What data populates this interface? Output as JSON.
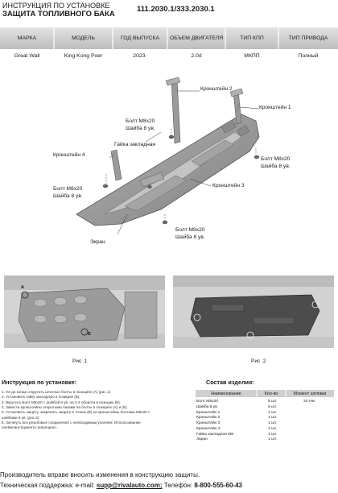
{
  "header": {
    "line1": "ИНСТРУКЦИЯ ПО УСТАНОВКЕ",
    "line2": "ЗАЩИТА ТОПЛИВНОГО БАКА",
    "code": "111.2030.1/333.2030.1"
  },
  "spec_table": {
    "columns": [
      "МАРКА",
      "МОДЕЛЬ",
      "ГОД ВЫПУСКА",
      "ОБЪЕМ ДВИГАТЕЛЯ",
      "ТИП КПП",
      "ТИП ПРИВОДА"
    ],
    "row": [
      "Great Wall",
      "King Kong Poer",
      "2023-",
      "2.0d",
      "МКПП",
      "Полный"
    ]
  },
  "diagram_labels": {
    "bracket2": "Кронштейн 2",
    "bracket1": "Кронштейн 1",
    "bolt_tl": "Болт М8х20",
    "washer_tl": "Шайба 8 ув.",
    "nut": "Гайка закладная",
    "bracket4": "Кронштейн 4",
    "bolt_r": "Болт М8х20",
    "washer_r": "Шайба 8 ув.",
    "bolt_l": "Болт М8х20",
    "washer_l": "Шайба 8 ув.",
    "bracket3": "Кронштейн 3",
    "bolt_b": "Болт М8х20",
    "washer_b": "Шайба 8 ув.",
    "screen": "Экран",
    "marker_a": "A",
    "marker_b": "Б"
  },
  "figures": {
    "fig1": "Рис .1",
    "fig2": "Рис .2"
  },
  "instructions": {
    "title": "Инструкция по установке:",
    "steps": [
      "1. Не до конца открутить штатные болты в позициях (А) (рис.1).",
      "2. Установить гайку закладную в позицию (Б).",
      "3. Вкрутить Болт М8х20 с шайбой 8 ув. на 2-3 оборота в позицию (Б).",
      "4. Завести кронштейны открытыми пазами на болты в позициях (А) и (Б).",
      "5. Установить защиту, закрепить защиту в точках (В) на кронштейны болтами М8х20 с",
      "шайбами 8 ув. (рис.2).",
      "6. Затянуть все резьбовые соединения с необходимым усилием. Использование",
      "пневмоинструмента запрещено."
    ]
  },
  "parts": {
    "title": "Состав изделия:",
    "headers": [
      "Наименование",
      "Кол-во",
      "Момент затяжки"
    ],
    "names": [
      "Болт М8х20",
      "Шайба 8 ув.",
      "Кронштейн 1",
      "Кронштейн 2",
      "Кронштейн 3",
      "Кронштейн 4",
      "Гайка закладная М8",
      "Экран"
    ],
    "qty": [
      "5 шт.",
      "5 шт.",
      "1 шт.",
      "1 шт.",
      "1 шт.",
      "1 шт.",
      "1 шт.",
      "1 шт."
    ],
    "torque": "24 Нм"
  },
  "footer": {
    "note": "Производитель вправе вносить изменения в конструкцию защиты.",
    "support_label": "Техническая поддержка:",
    "email_label": "e-mail:",
    "email": "supp@rivalauto.com;",
    "phone_label": "Телефон:",
    "phone": "8-800-555-60-43"
  },
  "colors": {
    "header_band": "#cfcfcf",
    "part": "#9a9a9a",
    "photo_bg": "#d9d9d9"
  }
}
